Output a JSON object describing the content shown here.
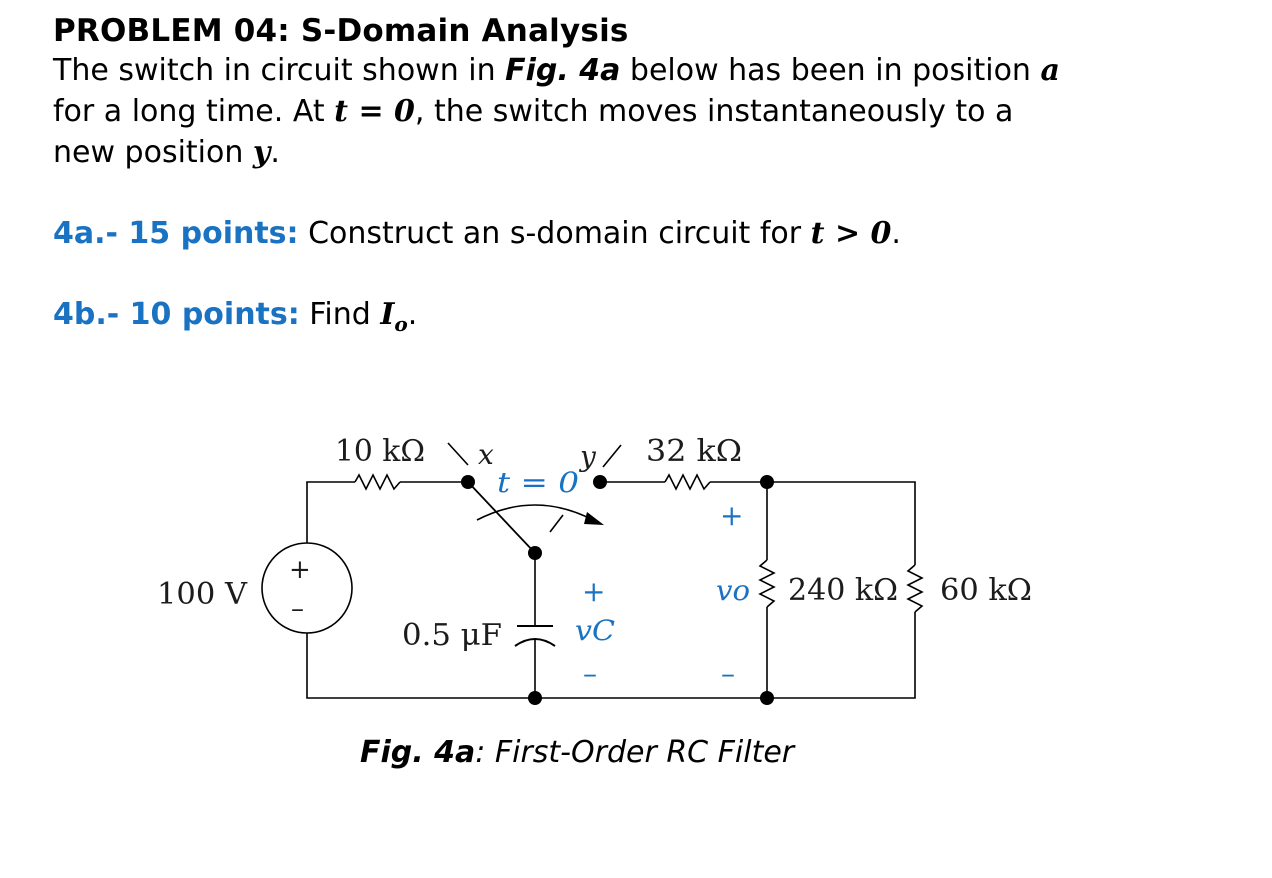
{
  "problem": {
    "title": "PROBLEM 04:  S-Domain Analysis",
    "intro_1": "The switch in circuit shown in ",
    "intro_fig": "Fig. 4a",
    "intro_2": " below has been in position ",
    "pos_a": "a",
    "intro_3": "for a long time. At ",
    "t_eq_0": "t = 0",
    "intro_4": ", the switch moves instantaneously to a",
    "intro_5": "new  position ",
    "pos_y": "y",
    "period": "."
  },
  "questions": [
    {
      "label": "4a.- 15 points:",
      "text": " Construct an s-domain circuit for ",
      "math": "t > 0",
      "end": "."
    },
    {
      "label": "4b.- 10 points:",
      "text": " Find ",
      "math": "I",
      "sub": "o",
      "end": "."
    }
  ],
  "circuit": {
    "source_label": "100 V",
    "source_plus": "+",
    "source_minus": "–",
    "r1_label": "10 kΩ",
    "switch_x": "x",
    "switch_y": "y",
    "switch_time": "t = 0",
    "r2_label": "32 kΩ",
    "cap_label": "0.5 μF",
    "vc_label": "vC",
    "vc_plus": "+",
    "vc_minus": "–",
    "vo_label": "vo",
    "vo_plus": "+",
    "vo_minus": "–",
    "r3_label": "240 kΩ",
    "r4_label": "60 kΩ",
    "wire_color": "#000000",
    "label_color": "#1a72c2"
  },
  "caption": {
    "fig": "Fig. 4a",
    "text": ": First-Order RC Filter"
  }
}
